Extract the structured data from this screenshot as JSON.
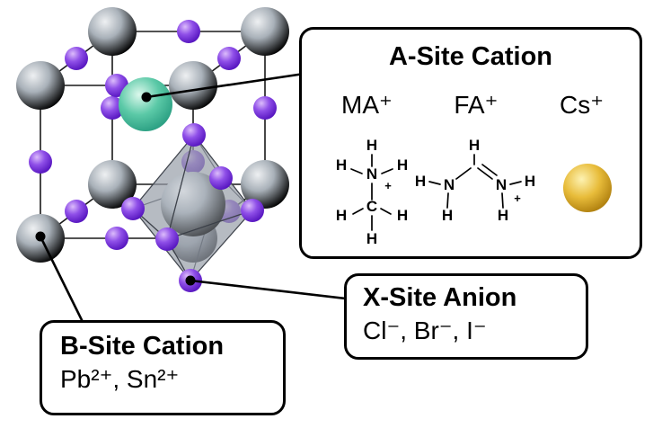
{
  "boxes": {
    "a_site": {
      "title": "A-Site Cation",
      "ions": [
        "MA⁺",
        "FA⁺",
        "Cs⁺"
      ],
      "ma": {
        "h_top": "H",
        "h_left": "H",
        "n": "N",
        "h_right": "H",
        "charge": "+",
        "c": "C",
        "h_c_left": "H",
        "h_c_right": "H",
        "h_c_bottom": "H"
      },
      "fa": {
        "h_top": "H",
        "h_left_outer": "H",
        "n_left": "N",
        "n_right": "N",
        "h_right_outer": "H",
        "h_left_bottom": "H",
        "h_right_bottom": "H",
        "charge": "+"
      }
    },
    "x_site": {
      "title": "X-Site Anion",
      "ions": "Cl⁻, Br⁻, I⁻"
    },
    "b_site": {
      "title": "B-Site Cation",
      "ions": "Pb²⁺, Sn²⁺"
    }
  },
  "structure": {
    "colors": {
      "b_site_cation_gray": "#8a939e",
      "x_site_anion_purple": "#7a2de0",
      "a_site_cation_teal": "#45c2a1",
      "cs_cation_gold": "#e2b037",
      "outline_black": "#000000"
    }
  }
}
